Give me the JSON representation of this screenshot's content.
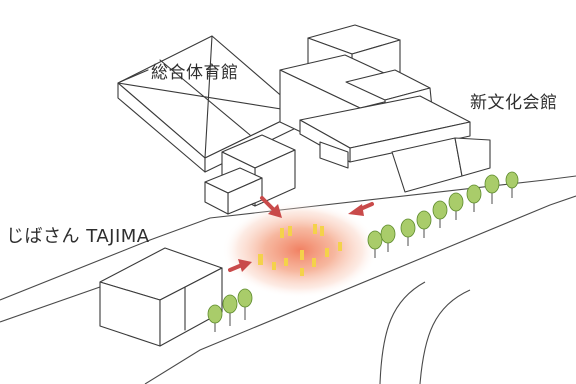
{
  "labels": {
    "gym": "総合体育館",
    "culture_hall": "新文化会館",
    "jibasan": "じばさん TAJIMA"
  },
  "colors": {
    "arrow": "#c94a4a",
    "glow_center": "#f07a5a",
    "tree_crown": "#a9cc6a",
    "people": "#f4d24a",
    "lines": "#3a3a3a"
  },
  "icons": [
    "tree-icon",
    "person-icon",
    "arrow-icon"
  ]
}
